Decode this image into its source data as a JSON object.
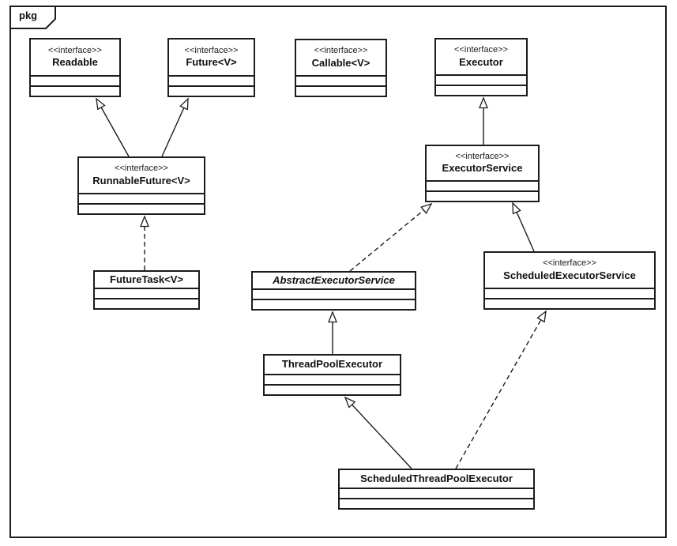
{
  "package_tab": {
    "label": "pkg"
  },
  "nodes": {
    "readable": {
      "stereotype": "<<interface>>",
      "name": "Readable"
    },
    "future": {
      "stereotype": "<<interface>>",
      "name": "Future<V>"
    },
    "callable": {
      "stereotype": "<<interface>>",
      "name": "Callable<V>"
    },
    "executor": {
      "stereotype": "<<interface>>",
      "name": "Executor"
    },
    "runnable_future": {
      "stereotype": "<<interface>>",
      "name": "RunnableFuture<V>"
    },
    "executor_service": {
      "stereotype": "<<interface>>",
      "name": "ExecutorService"
    },
    "future_task": {
      "name": "FutureTask<V>"
    },
    "abstract_executor_service": {
      "name": "AbstractExecutorService",
      "abstract": true
    },
    "scheduled_executor_service": {
      "stereotype": "<<interface>>",
      "name": "ScheduledExecutorService"
    },
    "thread_pool_executor": {
      "name": "ThreadPoolExecutor"
    },
    "scheduled_thread_pool_executor": {
      "name": "ScheduledThreadPoolExecutor"
    }
  },
  "edges": [
    {
      "from": "RunnableFuture<V>",
      "to": "Readable",
      "kind": "generalization",
      "line": "solid"
    },
    {
      "from": "RunnableFuture<V>",
      "to": "Future<V>",
      "kind": "generalization",
      "line": "solid"
    },
    {
      "from": "FutureTask<V>",
      "to": "RunnableFuture<V>",
      "kind": "realization",
      "line": "dashed"
    },
    {
      "from": "ExecutorService",
      "to": "Executor",
      "kind": "generalization",
      "line": "solid"
    },
    {
      "from": "AbstractExecutorService",
      "to": "ExecutorService",
      "kind": "realization",
      "line": "dashed"
    },
    {
      "from": "ScheduledExecutorService",
      "to": "ExecutorService",
      "kind": "generalization",
      "line": "solid"
    },
    {
      "from": "ThreadPoolExecutor",
      "to": "AbstractExecutorService",
      "kind": "generalization",
      "line": "solid"
    },
    {
      "from": "ScheduledThreadPoolExecutor",
      "to": "ThreadPoolExecutor",
      "kind": "generalization",
      "line": "solid"
    },
    {
      "from": "ScheduledThreadPoolExecutor",
      "to": "ScheduledExecutorService",
      "kind": "realization",
      "line": "dashed"
    }
  ],
  "colors": {
    "line": "#1c1c1c",
    "background": "#ffffff"
  }
}
